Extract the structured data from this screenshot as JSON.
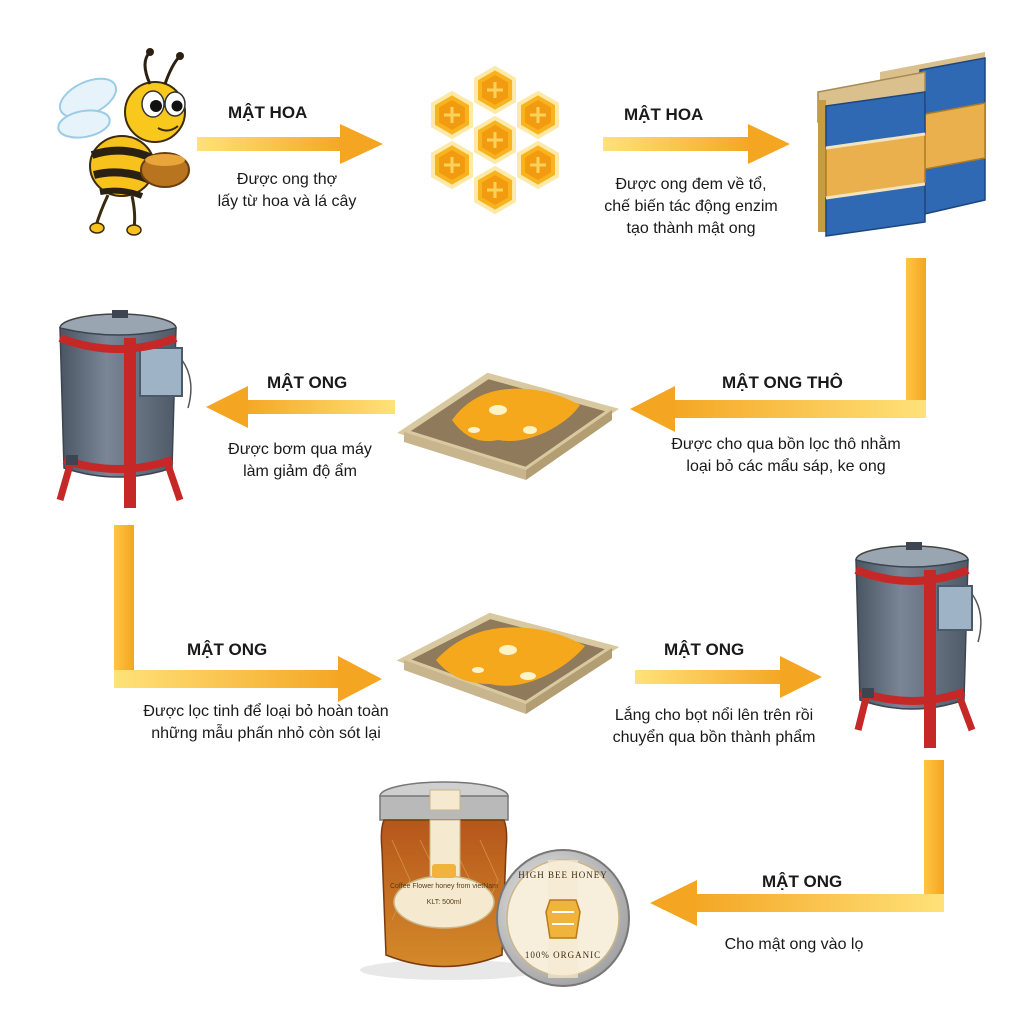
{
  "steps": [
    {
      "label": "MẬT HOA",
      "desc": [
        "Được ong thợ",
        "lấy từ hoa và lá cây"
      ]
    },
    {
      "label": "MẬT HOA",
      "desc": [
        "Được ong đem về tổ,",
        "chế biến tác động enzim",
        "tạo thành mật ong"
      ]
    },
    {
      "label": "MẬT ONG THÔ",
      "desc": [
        "Được cho qua bồn lọc thô nhằm",
        "loại bỏ các mẩu sáp, ke ong"
      ]
    },
    {
      "label": "MẬT ONG",
      "desc": [
        "Được bơm qua máy",
        "làm giảm độ ẩm"
      ]
    },
    {
      "label": "MẬT ONG",
      "desc": [
        "Được lọc tinh để loại bỏ hoàn toàn",
        "những mẫu phấn nhỏ còn sót lại"
      ]
    },
    {
      "label": "MẬT ONG",
      "desc": [
        "Lắng cho bọt nổi lên trên rồi",
        "chuyển qua bồn thành phẩm"
      ]
    },
    {
      "label": "MẬT ONG",
      "desc": [
        "Cho mật ong vào lọ"
      ]
    }
  ],
  "jar": {
    "label_line1": "Coffee Flower honey from vietNam",
    "label_line2": "KLT: 500ml"
  },
  "lid": {
    "top_text": "HIGH BEE HONEY",
    "bottom_text": "100% ORGANIC"
  },
  "colors": {
    "arrow_light": "#ffe27a",
    "arrow_dark": "#f4a522",
    "honey": "#f6a81c",
    "tank_body": "#5e6a78",
    "tank_frame": "#c62828",
    "hive_blue": "#2f68b3",
    "hive_yellow": "#e9b04d"
  }
}
